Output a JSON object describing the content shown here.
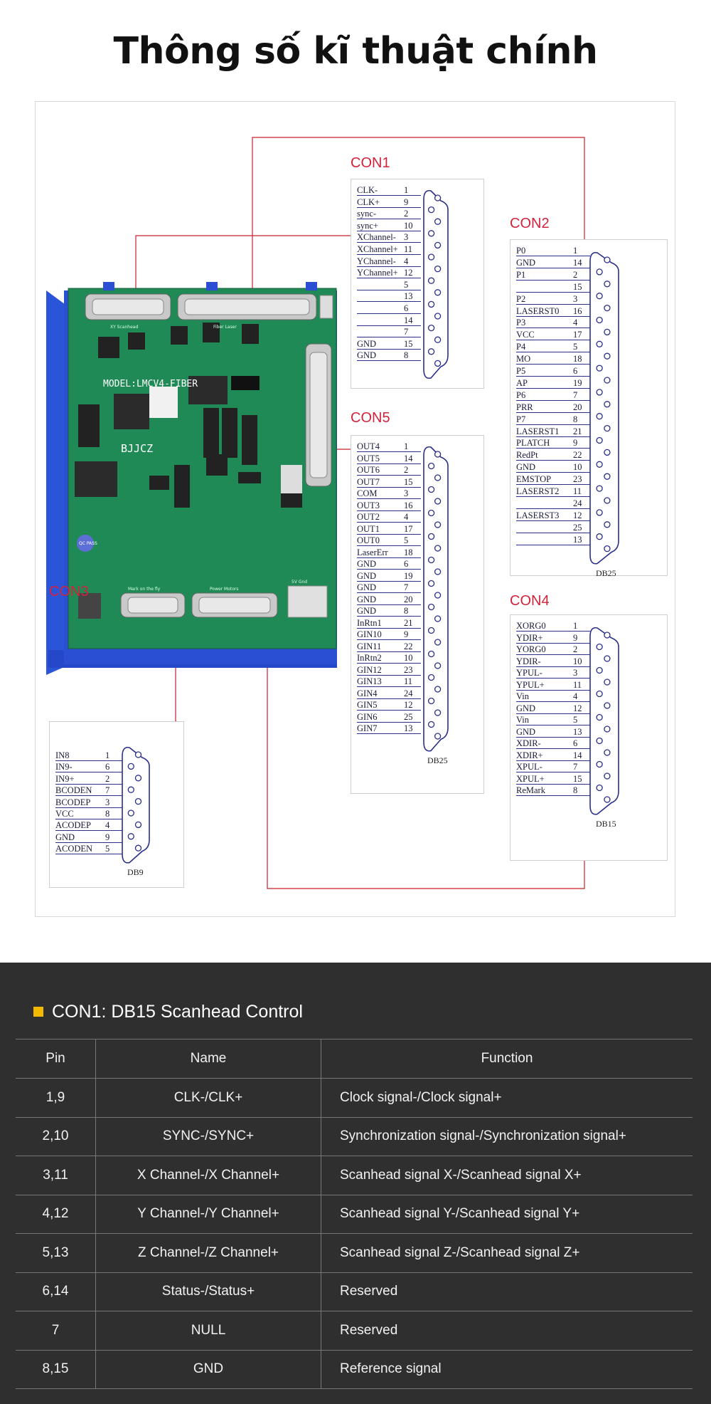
{
  "page_title": "Thông số kĩ thuật chính",
  "figure": {
    "board": {
      "model": "MODEL:LMCV4-FIBER",
      "brand": "BJJCZ",
      "small_labels": [
        "XY Scanhead",
        "Fiber Laser",
        "Mark on the fly",
        "Power Motors",
        "5V Gnd",
        "QC PASS"
      ]
    },
    "con1": {
      "label": "CON1",
      "connector": "",
      "pins": [
        {
          "name": "CLK-",
          "num": "1"
        },
        {
          "name": "CLK+",
          "num": "9"
        },
        {
          "name": "sync-",
          "num": "2"
        },
        {
          "name": "sync+",
          "num": "10"
        },
        {
          "name": "XChannel-",
          "num": "3"
        },
        {
          "name": "XChannel+",
          "num": "11"
        },
        {
          "name": "YChannel-",
          "num": "4"
        },
        {
          "name": "YChannel+",
          "num": "12"
        },
        {
          "name": "",
          "num": "5"
        },
        {
          "name": "",
          "num": "13"
        },
        {
          "name": "",
          "num": "6"
        },
        {
          "name": "",
          "num": "14"
        },
        {
          "name": "",
          "num": "7"
        },
        {
          "name": "GND",
          "num": "15"
        },
        {
          "name": "GND",
          "num": "8"
        }
      ]
    },
    "con2": {
      "label": "CON2",
      "connector": "DB25",
      "pins": [
        {
          "name": "P0",
          "num": "1"
        },
        {
          "name": "GND",
          "num": "14"
        },
        {
          "name": "P1",
          "num": "2"
        },
        {
          "name": "",
          "num": "15"
        },
        {
          "name": "P2",
          "num": "3"
        },
        {
          "name": "LASERST0",
          "num": "16"
        },
        {
          "name": "P3",
          "num": "4"
        },
        {
          "name": "VCC",
          "num": "17"
        },
        {
          "name": "P4",
          "num": "5"
        },
        {
          "name": "MO",
          "num": "18"
        },
        {
          "name": "P5",
          "num": "6"
        },
        {
          "name": "AP",
          "num": "19"
        },
        {
          "name": "P6",
          "num": "7"
        },
        {
          "name": "PRR",
          "num": "20"
        },
        {
          "name": "P7",
          "num": "8"
        },
        {
          "name": "LASERST1",
          "num": "21"
        },
        {
          "name": "PLATCH",
          "num": "9"
        },
        {
          "name": "RedPt",
          "num": "22"
        },
        {
          "name": "GND",
          "num": "10"
        },
        {
          "name": "EMSTOP",
          "num": "23"
        },
        {
          "name": "LASERST2",
          "num": "11"
        },
        {
          "name": "",
          "num": "24"
        },
        {
          "name": "LASERST3",
          "num": "12"
        },
        {
          "name": "",
          "num": "25"
        },
        {
          "name": "",
          "num": "13"
        }
      ]
    },
    "con3": {
      "label": "CON3",
      "connector": "DB9",
      "pins": [
        {
          "name": "IN8",
          "num": "1"
        },
        {
          "name": "IN9-",
          "num": "6"
        },
        {
          "name": "IN9+",
          "num": "2"
        },
        {
          "name": "BCODEN",
          "num": "7"
        },
        {
          "name": "BCODEP",
          "num": "3"
        },
        {
          "name": "VCC",
          "num": "8"
        },
        {
          "name": "ACODEP",
          "num": "4"
        },
        {
          "name": "GND",
          "num": "9"
        },
        {
          "name": "ACODEN",
          "num": "5"
        }
      ]
    },
    "con4": {
      "label": "CON4",
      "connector": "DB15",
      "pins": [
        {
          "name": "XORG0",
          "num": "1"
        },
        {
          "name": "YDIR+",
          "num": "9"
        },
        {
          "name": "YORG0",
          "num": "2"
        },
        {
          "name": "YDIR-",
          "num": "10"
        },
        {
          "name": "YPUL-",
          "num": "3"
        },
        {
          "name": "YPUL+",
          "num": "11"
        },
        {
          "name": "Vin",
          "num": "4"
        },
        {
          "name": "GND",
          "num": "12"
        },
        {
          "name": "Vin",
          "num": "5"
        },
        {
          "name": "GND",
          "num": "13"
        },
        {
          "name": "XDIR-",
          "num": "6"
        },
        {
          "name": "XDIR+",
          "num": "14"
        },
        {
          "name": "XPUL-",
          "num": "7"
        },
        {
          "name": "XPUL+",
          "num": "15"
        },
        {
          "name": "ReMark",
          "num": "8"
        }
      ]
    },
    "con5": {
      "label": "CON5",
      "connector": "DB25",
      "pins": [
        {
          "name": "OUT4",
          "num": "1"
        },
        {
          "name": "OUT5",
          "num": "14"
        },
        {
          "name": "OUT6",
          "num": "2"
        },
        {
          "name": "OUT7",
          "num": "15"
        },
        {
          "name": "COM",
          "num": "3"
        },
        {
          "name": "OUT3",
          "num": "16"
        },
        {
          "name": "OUT2",
          "num": "4"
        },
        {
          "name": "OUT1",
          "num": "17"
        },
        {
          "name": "OUT0",
          "num": "5"
        },
        {
          "name": "LaserErr",
          "num": "18"
        },
        {
          "name": "GND",
          "num": "6"
        },
        {
          "name": "GND",
          "num": "19"
        },
        {
          "name": "GND",
          "num": "7"
        },
        {
          "name": "GND",
          "num": "20"
        },
        {
          "name": "GND",
          "num": "8"
        },
        {
          "name": "InRtn1",
          "num": "21"
        },
        {
          "name": "GIN10",
          "num": "9"
        },
        {
          "name": "GIN11",
          "num": "22"
        },
        {
          "name": "InRtn2",
          "num": "10"
        },
        {
          "name": "GIN12",
          "num": "23"
        },
        {
          "name": "GIN13",
          "num": "11"
        },
        {
          "name": "GIN4",
          "num": "24"
        },
        {
          "name": "GIN5",
          "num": "12"
        },
        {
          "name": "GIN6",
          "num": "25"
        },
        {
          "name": "GIN7",
          "num": "13"
        }
      ]
    }
  },
  "section": {
    "marker_color": "#f5b800",
    "title": "CON1: DB15 Scanhead Control",
    "columns": [
      "Pin",
      "Name",
      "Function"
    ],
    "rows": [
      [
        "1,9",
        "CLK-/CLK+",
        "Clock signal-/Clock signal+"
      ],
      [
        "2,10",
        "SYNC-/SYNC+",
        "Synchronization signal-/Synchronization signal+"
      ],
      [
        "3,11",
        "X Channel-/X Channel+",
        "Scanhead signal X-/Scanhead signal X+"
      ],
      [
        "4,12",
        "Y Channel-/Y Channel+",
        "Scanhead signal Y-/Scanhead signal Y+"
      ],
      [
        "5,13",
        "Z Channel-/Z Channel+",
        "Scanhead signal Z-/Scanhead signal Z+"
      ],
      [
        "6,14",
        "Status-/Status+",
        "Reserved"
      ],
      [
        "7",
        "NULL",
        "Reserved"
      ],
      [
        "8,15",
        "GND",
        "Reference signal"
      ]
    ]
  },
  "colors": {
    "leader_line": "#c8202f",
    "pcb_green": "#1f8a55",
    "enclosure_blue": "#2448c8",
    "dark_bg": "#2f2f2f"
  }
}
